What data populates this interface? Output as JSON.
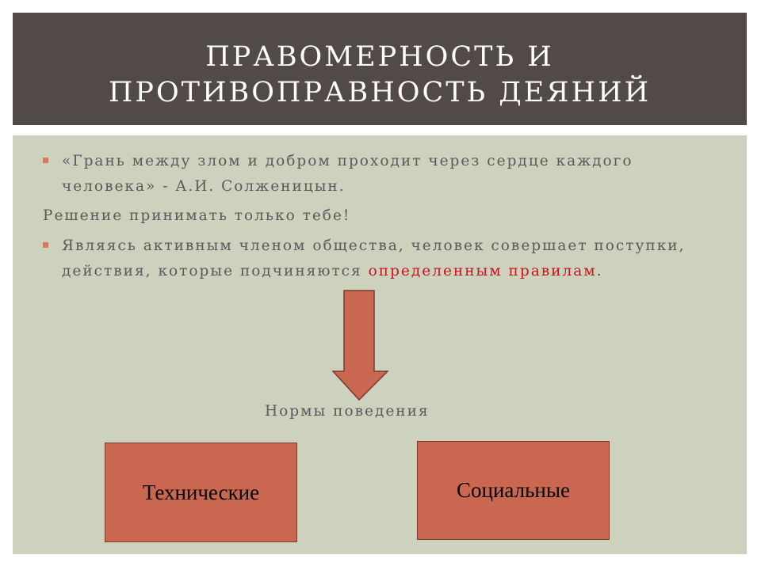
{
  "slide": {
    "title": "ПРАВОМЕРНОСТЬ И ПРОТИВОПРАВНОСТЬ ДЕЯНИЙ",
    "bullets": [
      {
        "text": "«Грань между злом и добром проходит через сердце каждого человека» - А.И. Солженицын."
      },
      {
        "text": "Являясь активным членом общества, человек совершает поступки, действия, которые подчиняются ",
        "highlight": "определенным правилам."
      }
    ],
    "plain_line": "Решение принимать только тебе!",
    "norms_label": "Нормы поведения",
    "boxes": {
      "technical": "Технические",
      "social": "Социальные"
    },
    "colors": {
      "header_bg": "#524a46",
      "content_bg": "#ccd2be",
      "accent": "#c96751",
      "highlight_text": "#c8141e"
    }
  }
}
